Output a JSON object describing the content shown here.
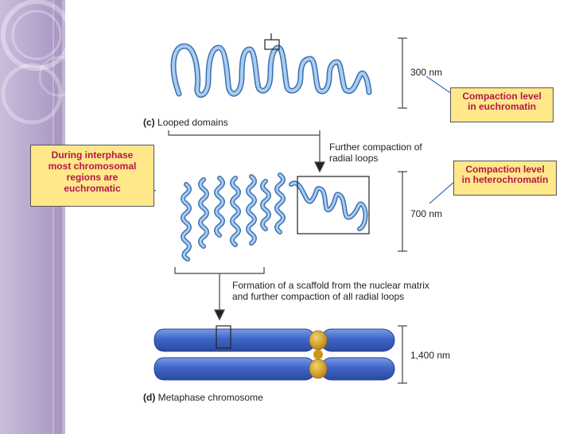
{
  "annotations": {
    "scale_300": "300 nm",
    "scale_700": "700 nm",
    "scale_1400": "1,400 nm",
    "panel_c_letter": "(c)",
    "panel_c_text": "Looped domains",
    "panel_d_letter": "(d)",
    "panel_d_text": "Metaphase chromosome",
    "step_loops_line1": "Further compaction of",
    "step_loops_line2": "radial loops",
    "step_scaffold_line1": "Formation of a scaffold from the nuclear matrix",
    "step_scaffold_line2": "and further compaction of all radial loops"
  },
  "callouts": {
    "euchromatin": [
      "Compaction level",
      "in euchromatin"
    ],
    "heterochromatin": [
      "Compaction level",
      "in heterochromatin"
    ],
    "interphase": [
      "During interphase",
      "most chromosomal",
      "regions are",
      "euchromatic"
    ]
  },
  "colors": {
    "chromatin_blue": "#7fb0e0",
    "chromatin_outline": "#3b6fae",
    "chromosome_blue": "#3d63c4",
    "centromere_gold": "#d9a520",
    "callout_fill": "#ffe88a",
    "callout_text": "#b3174a",
    "sidebar_purple": "#b7a7cd"
  }
}
